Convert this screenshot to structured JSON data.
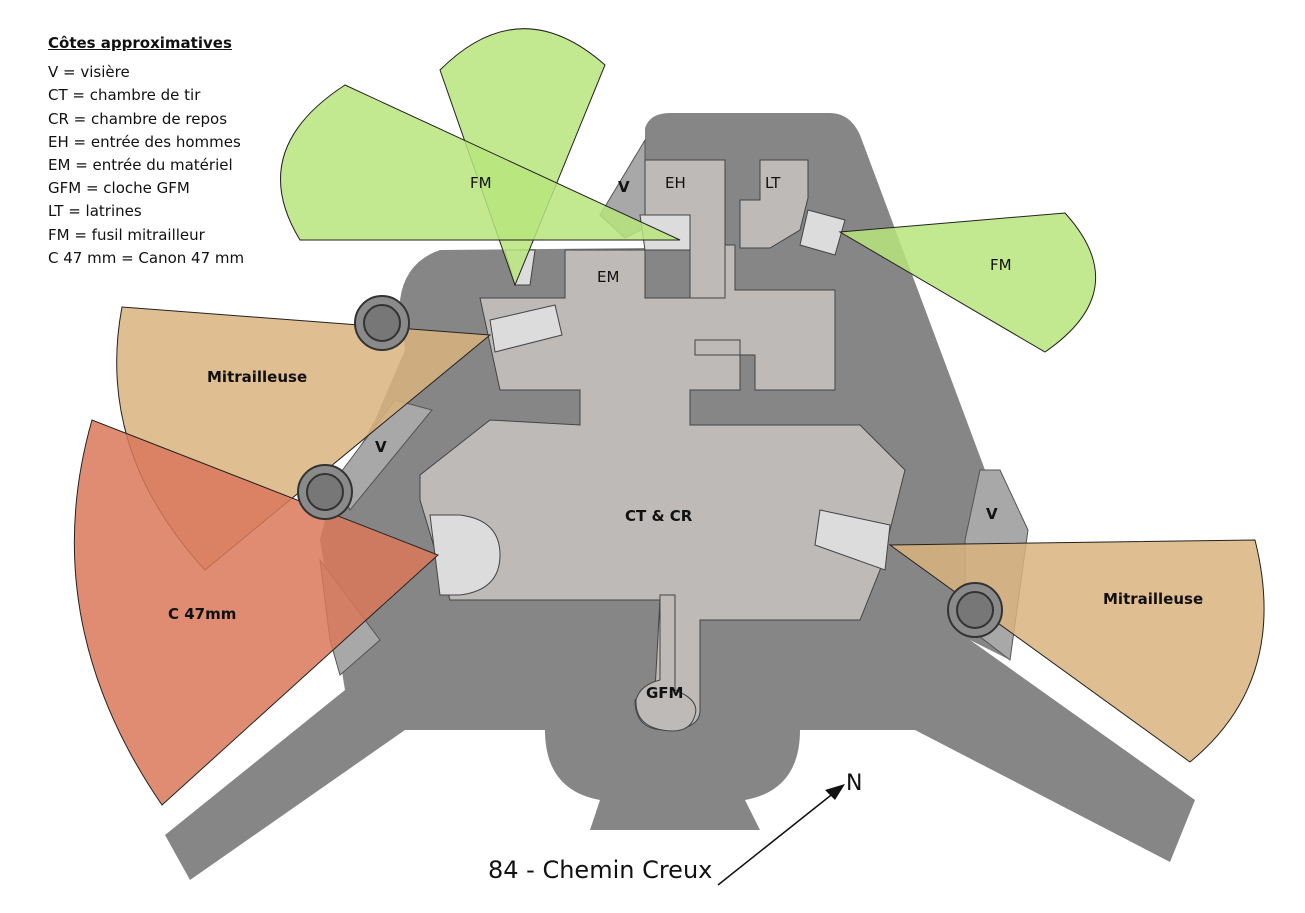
{
  "legend": {
    "title": "Côtes approximatives",
    "items": [
      "V = visière",
      "CT = chambre de tir",
      "CR = chambre de repos",
      "EH = entrée des hommes",
      "EM = entrée du matériel",
      "GFM = cloche GFM",
      "LT = latrines",
      "FM = fusil mitrailleur",
      "C 47 mm =  Canon 47 mm"
    ]
  },
  "labels": {
    "fm_top": "FM",
    "fm_right": "FM",
    "mg_left": "Mitrailleuse",
    "mg_right": "Mitrailleuse",
    "cannon": "C 47mm",
    "visor_top": "V",
    "visor_left": "V",
    "visor_right": "V",
    "eh": "EH",
    "lt": "LT",
    "em": "EM",
    "ct_cr": "CT & CR",
    "gfm": "GFM"
  },
  "compass": {
    "north": "N"
  },
  "caption": "84 - Chemin Creux",
  "colors": {
    "wall": "#868686",
    "room": "#bdbab8",
    "visor": "#a8a8a8",
    "embrasure": "#dcdcdc",
    "fm_sector": "#b8e57c",
    "mg_sector": "#d9b37e",
    "cannon_sector": "#d9785a"
  }
}
